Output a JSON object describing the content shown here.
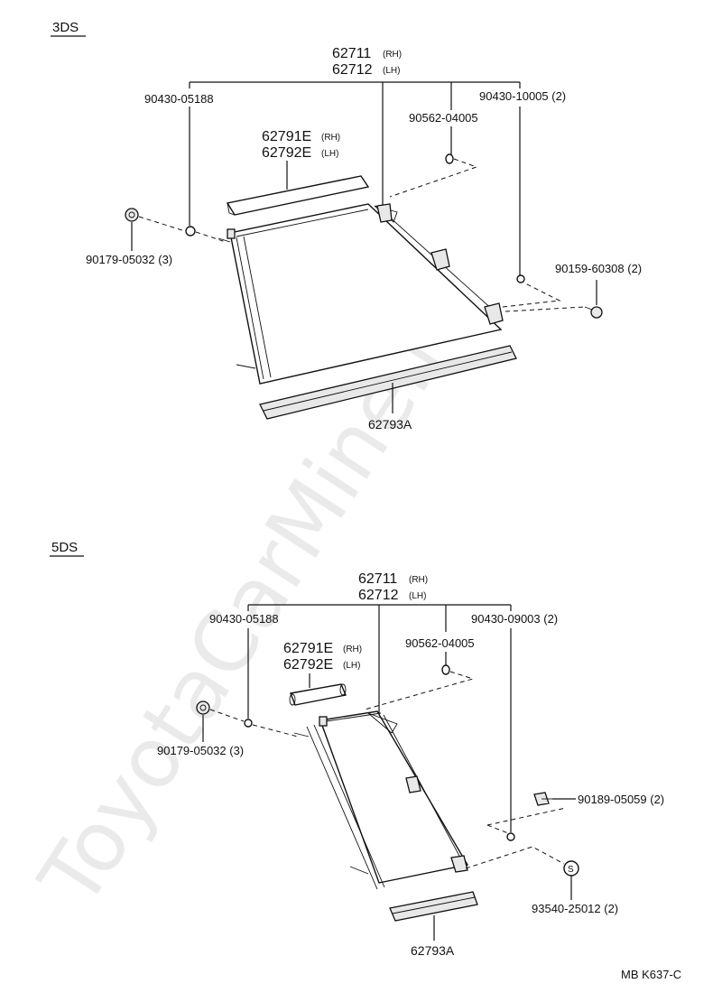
{
  "watermark": "ToyotaCarMine.ru",
  "diagram_code": "MB K637-C",
  "sections": [
    {
      "title": "3DS",
      "labels": {
        "main_rh": "62711",
        "main_rh_suffix": "(RH)",
        "main_lh": "62712",
        "main_lh_suffix": "(LH)",
        "clip_left": "90430-05188",
        "clip_right": "90430-10005 (2)",
        "nut": "90562-04005",
        "cover_rh": "62791E",
        "cover_rh_suffix": "(RH)",
        "cover_lh": "62792E",
        "cover_lh_suffix": "(LH)",
        "grommet": "90179-05032  (3)",
        "bolt": "90159-60308 (2)",
        "rail": "62793A"
      }
    },
    {
      "title": "5DS",
      "labels": {
        "main_rh": "62711",
        "main_rh_suffix": "(RH)",
        "main_lh": "62712",
        "main_lh_suffix": "(LH)",
        "clip_left": "90430-05188",
        "clip_right": "90430-09003 (2)",
        "nut": "90562-04005",
        "cover_rh": "62791E",
        "cover_rh_suffix": "(RH)",
        "cover_lh": "62792E",
        "cover_lh_suffix": "(LH)",
        "grommet": "90179-05032  (3)",
        "screw": "90189-05059 (2)",
        "bolt": "93540-25012 (2)",
        "rail": "62793A",
        "s_mark": "S"
      }
    }
  ]
}
